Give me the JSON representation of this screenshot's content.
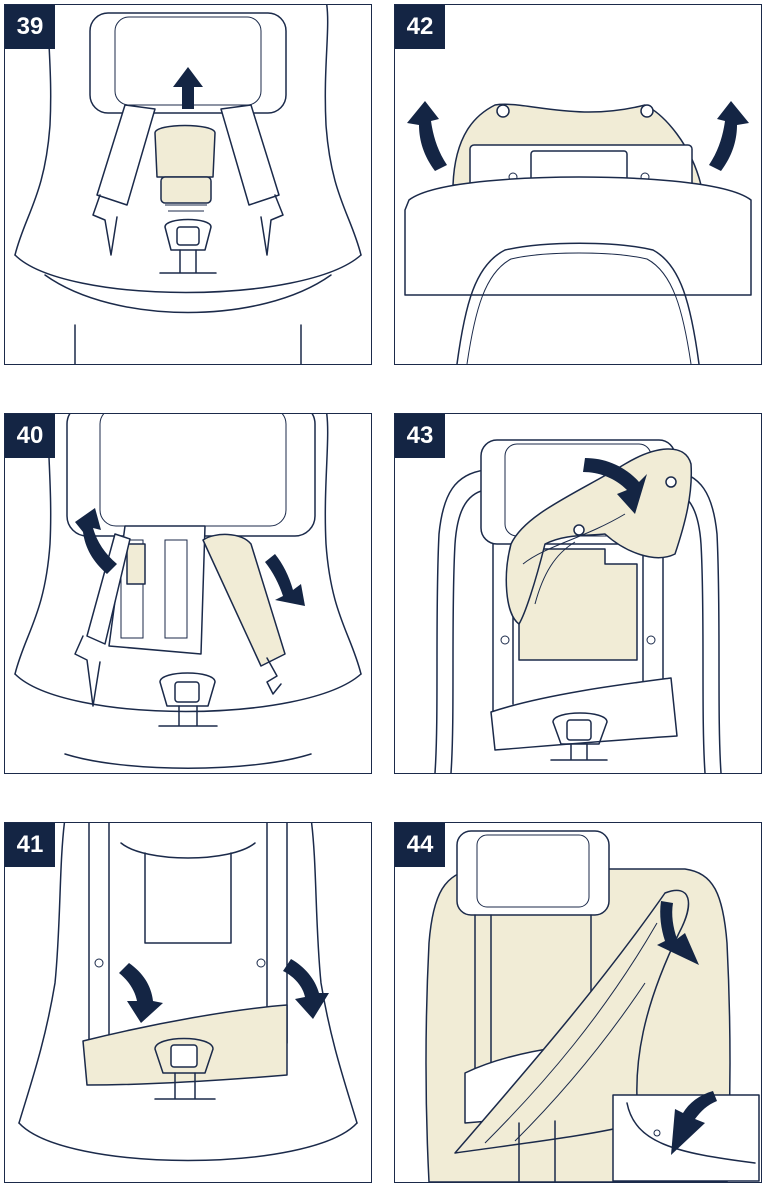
{
  "steps": [
    {
      "number": "39"
    },
    {
      "number": "40"
    },
    {
      "number": "41"
    },
    {
      "number": "42"
    },
    {
      "number": "43"
    },
    {
      "number": "44"
    }
  ],
  "colors": {
    "badge": "#142544",
    "line": "#1b2a4a",
    "cover": "#f1ecd6",
    "arrow": "#142544"
  }
}
